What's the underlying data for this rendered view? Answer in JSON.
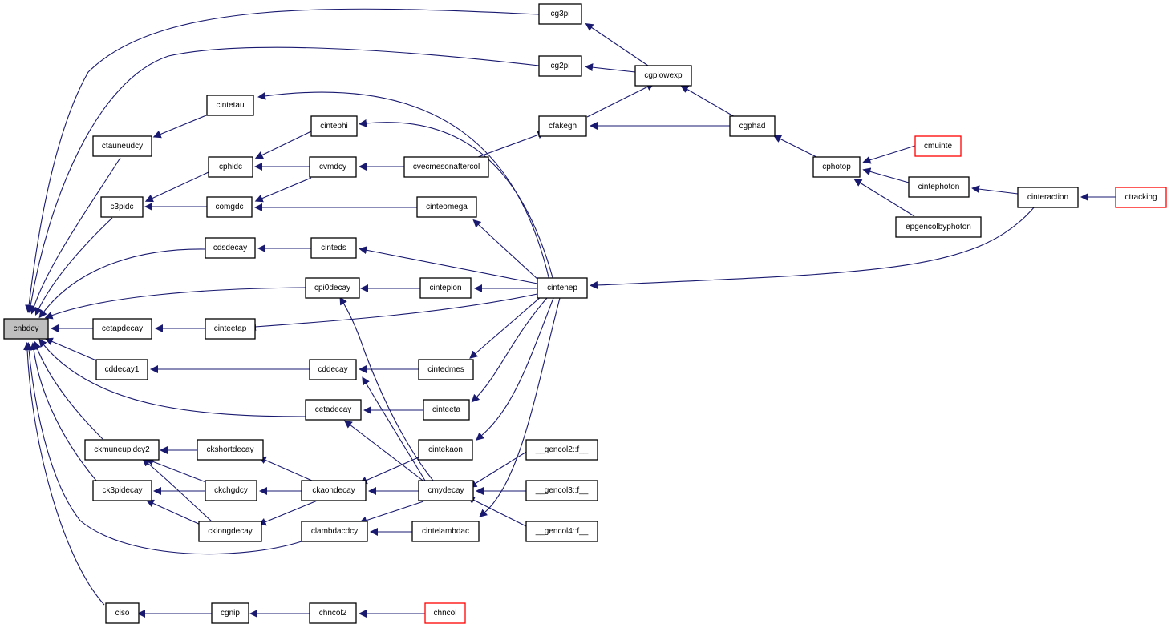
{
  "colors": {
    "edge": "#191970",
    "node_fill": "#ffffff",
    "root_fill": "#bfbfbf",
    "truncated_border": "#ff0000"
  },
  "nodes": {
    "cnbdcy": "cnbdcy",
    "cg3pi": "cg3pi",
    "cg2pi": "cg2pi",
    "cgplowexp": "cgplowexp",
    "cintetau": "cintetau",
    "ctauneudcy": "ctauneudcy",
    "cintephi": "cintephi",
    "cfakegh": "cfakegh",
    "cgphad": "cgphad",
    "cmuinte": "cmuinte",
    "cphidc": "cphidc",
    "cvmdcy": "cvmdcy",
    "cvecmesonaftercol": "cvecmesonaftercol",
    "cphotop": "cphotop",
    "cintephoton": "cintephoton",
    "cinteraction": "cinteraction",
    "ctracking": "ctracking",
    "c3pidc": "c3pidc",
    "comgdc": "comgdc",
    "cinteomega": "cinteomega",
    "epgencolbyphoton": "epgencolbyphoton",
    "cdsdecay": "cdsdecay",
    "cinteds": "cinteds",
    "cpi0decay": "cpi0decay",
    "cintepion": "cintepion",
    "cintenep": "cintenep",
    "cetapdecay": "cetapdecay",
    "cinteetap": "cinteetap",
    "cddecay1": "cddecay1",
    "cddecay": "cddecay",
    "cintedmes": "cintedmes",
    "cetadecay": "cetadecay",
    "cinteeta": "cinteeta",
    "ckmuneupidcy2": "ckmuneupidcy2",
    "ckshortdecay": "ckshortdecay",
    "cintekaon": "cintekaon",
    "gencol2": "__gencol2::f__",
    "ck3pidecay": "ck3pidecay",
    "ckchgdcy": "ckchgdcy",
    "ckaondecay": "ckaondecay",
    "cmydecay": "cmydecay",
    "gencol3": "__gencol3::f__",
    "cklongdecay": "cklongdecay",
    "clambdacdcy": "clambdacdcy",
    "cintelambdac": "cintelambdac",
    "gencol4": "__gencol4::f__",
    "ciso": "ciso",
    "cgnip": "cgnip",
    "chncol2": "chncol2",
    "chncol": "chncol"
  }
}
